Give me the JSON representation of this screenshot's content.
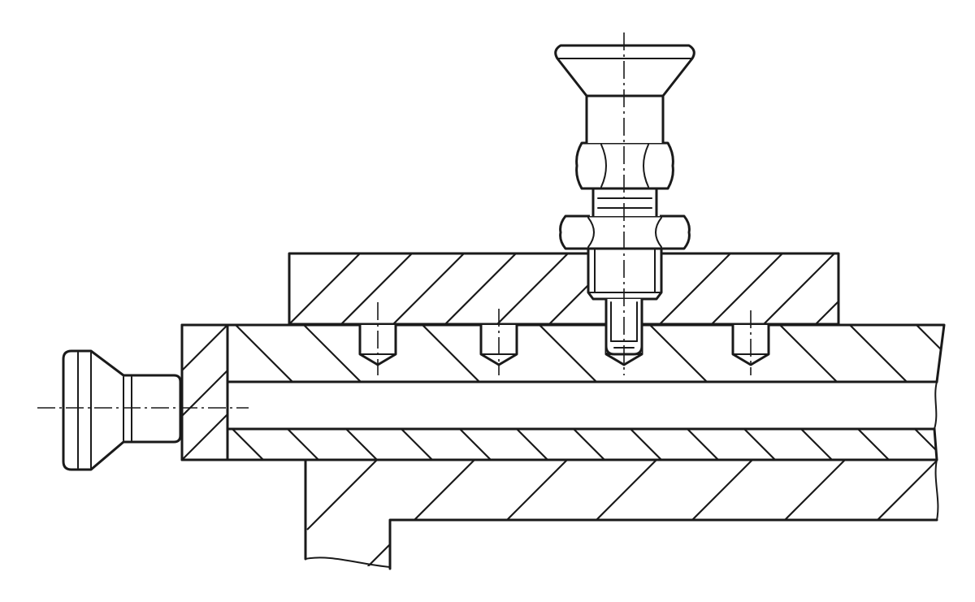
{
  "drawing": {
    "colors": {
      "line": "#1a1a1a",
      "background": "#ffffff"
    },
    "components": [
      "top-plate",
      "tube-wall-upper",
      "tube-wall-lower",
      "bore",
      "end-cap",
      "base-block",
      "indexing-plunger",
      "plunger-knob",
      "upper-hex-nut",
      "lock-nut",
      "plunger-pin",
      "locking-holes",
      "side-plunger-knob"
    ]
  }
}
